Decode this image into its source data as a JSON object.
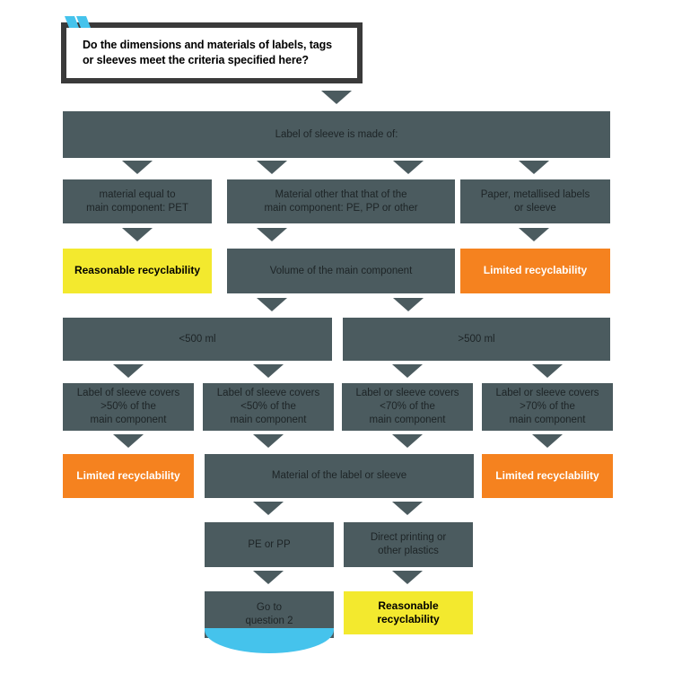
{
  "diagram": {
    "title_question": "Do the dimensions and materials of labels, tags or sleeves meet the criteria specified here?",
    "marker_icon": "cyan-double-chevron-icon",
    "colors": {
      "grey": "#4b5b5f",
      "yellow": "#f3e92e",
      "orange": "#f5821f",
      "cyan": "#45c3ec",
      "header_border": "#3a3a3a",
      "background": "#ffffff"
    },
    "nodes": {
      "label_material": "Label of sleeve is made of:",
      "material_pet": "material equal to main component: PET",
      "material_other": "Material other that that of the main component: PE, PP or other",
      "material_paper": "Paper, metallised labels or sleeve",
      "result_reasonable_1": "Reasonable recyclability",
      "volume_main_component": "Volume of the main component",
      "result_limited_1": "Limited recyclability",
      "volume_under_500": "<500 ml",
      "volume_over_500": ">500 ml",
      "coverage_over_50": "Label of sleeve covers >50% of the main component",
      "coverage_under_50": "Label of sleeve covers <50% of the main component",
      "coverage_under_70": "Label or sleeve covers <70% of the main component",
      "coverage_over_70": "Label or sleeve covers >70% of the main component",
      "result_limited_2": "Limited recyclability",
      "material_of_label": "Material of the label or sleeve",
      "result_limited_3": "Limited recyclability",
      "pe_or_pp": "PE or PP",
      "direct_printing": "Direct printing or other plastics",
      "go_to_question_2": "Go to question 2",
      "result_reasonable_2": "Reasonable recyclability"
    },
    "node_lines": {
      "material_pet": [
        "material equal to",
        "main component: PET"
      ],
      "material_other": [
        "Material other that that of the",
        "main component: PE, PP or other"
      ],
      "material_paper": [
        "Paper, metallised labels",
        "or sleeve"
      ],
      "coverage_over_50": [
        "Label of sleeve covers",
        ">50% of the",
        "main component"
      ],
      "coverage_under_50": [
        "Label of sleeve covers",
        "<50% of the",
        "main component"
      ],
      "coverage_under_70": [
        "Label or sleeve covers",
        "<70% of the",
        "main component"
      ],
      "coverage_over_70": [
        "Label or sleeve covers",
        ">70% of the",
        "main component"
      ],
      "direct_printing": [
        "Direct printing or",
        "other plastics"
      ],
      "go_to_question_2": [
        "Go to",
        "question 2"
      ],
      "result_reasonable_2": [
        "Reasonable",
        "recyclability"
      ]
    }
  }
}
